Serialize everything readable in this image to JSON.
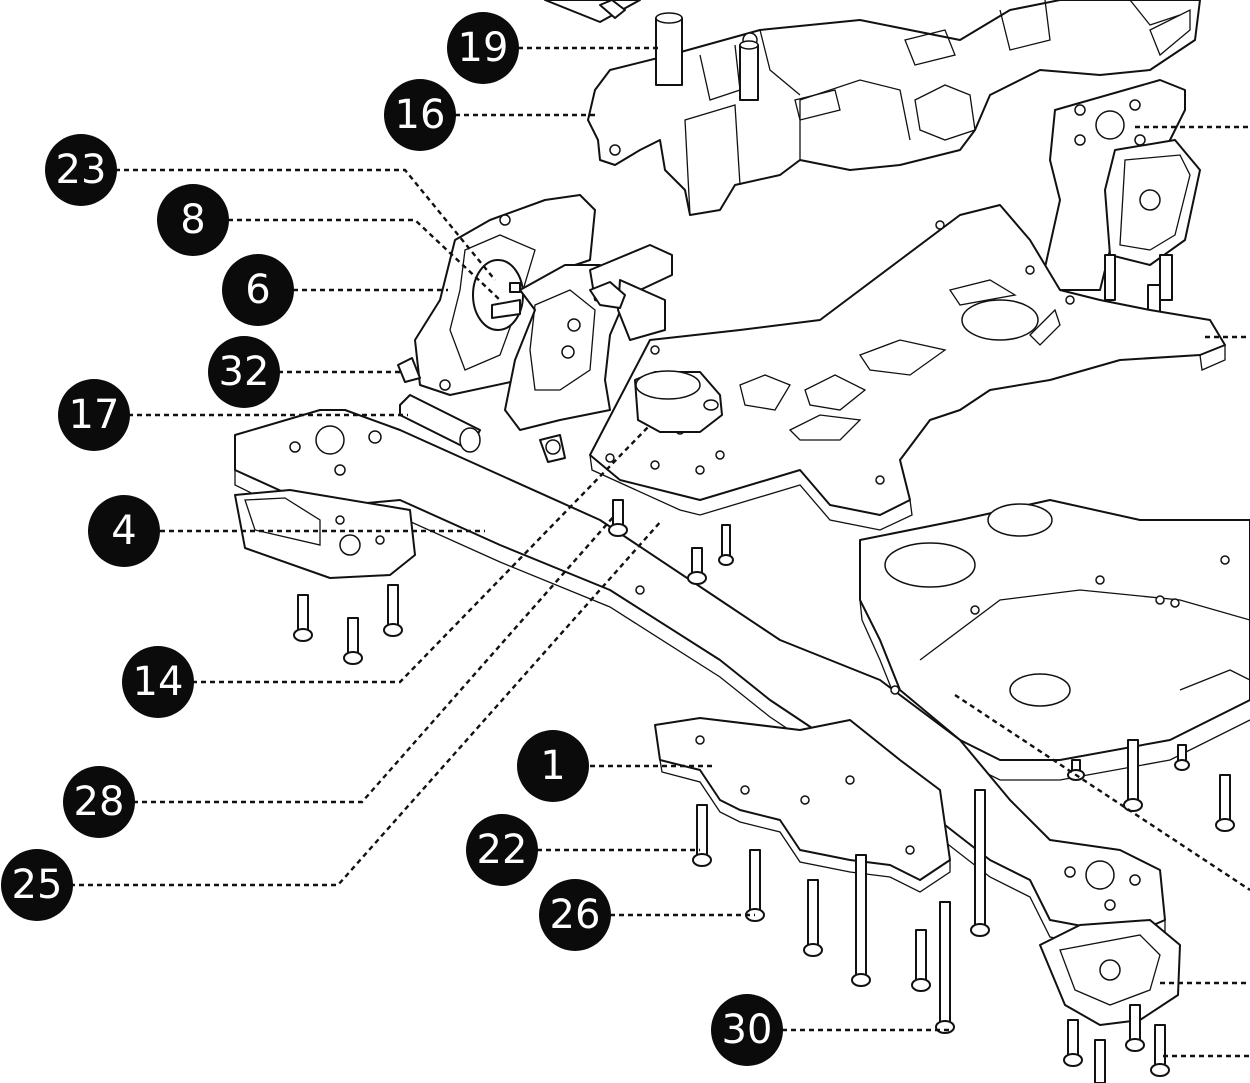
{
  "figure": {
    "callouts": [
      "19",
      "16",
      "23",
      "8",
      "6",
      "32",
      "17",
      "4",
      "14",
      "28",
      "25",
      "1",
      "22",
      "26",
      "30"
    ]
  },
  "colors": {
    "ink": "#111111",
    "badge": "#0b0b0b",
    "badge_text": "#ffffff",
    "background": "#ffffff"
  }
}
